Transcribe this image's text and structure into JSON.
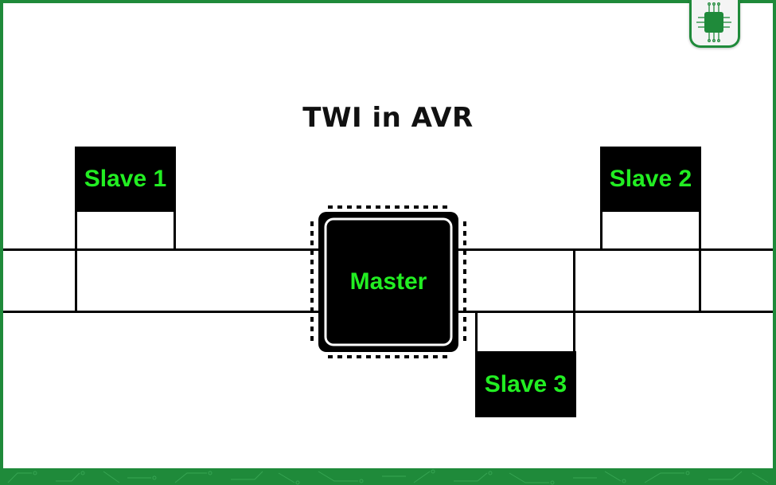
{
  "title": "TWI in AVR",
  "master": {
    "label": "Master"
  },
  "slaves": [
    {
      "label": "Slave 1"
    },
    {
      "label": "Slave 2"
    },
    {
      "label": "Slave 3"
    }
  ],
  "colors": {
    "accent": "#1f8a3a",
    "label_text": "#22ee22",
    "box": "#000000"
  },
  "icons": {
    "logo": "microchip-icon"
  }
}
